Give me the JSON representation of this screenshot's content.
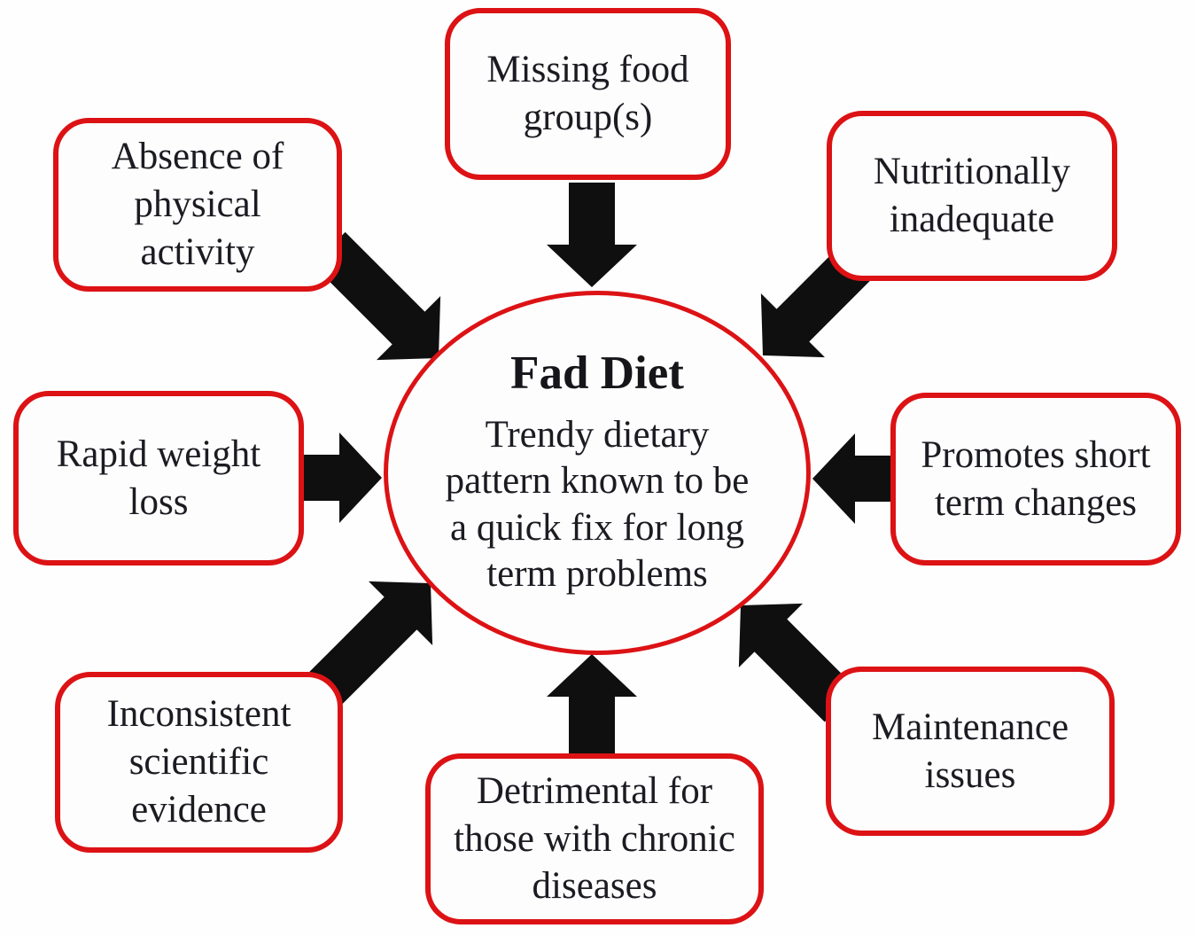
{
  "diagram": {
    "center": {
      "title": "Fad Diet",
      "description": "Trendy dietary\npattern known to be\na quick fix for long\nterm problems"
    },
    "factors": [
      {
        "id": "missing-food-groups",
        "label": "Missing food\ngroup(s)"
      },
      {
        "id": "absence-physical-activity",
        "label": "Absence of\nphysical\nactivity"
      },
      {
        "id": "nutritionally-inadequate",
        "label": "Nutritionally\ninadequate"
      },
      {
        "id": "rapid-weight-loss",
        "label": "Rapid weight\nloss"
      },
      {
        "id": "promotes-short-term-changes",
        "label": "Promotes short\nterm changes"
      },
      {
        "id": "inconsistent-scientific-evidence",
        "label": "Inconsistent\nscientific\nevidence"
      },
      {
        "id": "detrimental-chronic-diseases",
        "label": "Detrimental for\nthose with chronic\ndiseases"
      },
      {
        "id": "maintenance-issues",
        "label": "Maintenance\nissues"
      }
    ],
    "colors": {
      "border_red": "#dc1215",
      "arrow_black": "#0f0f0f",
      "text": "#1b1b22",
      "background": "#fefefe"
    }
  }
}
